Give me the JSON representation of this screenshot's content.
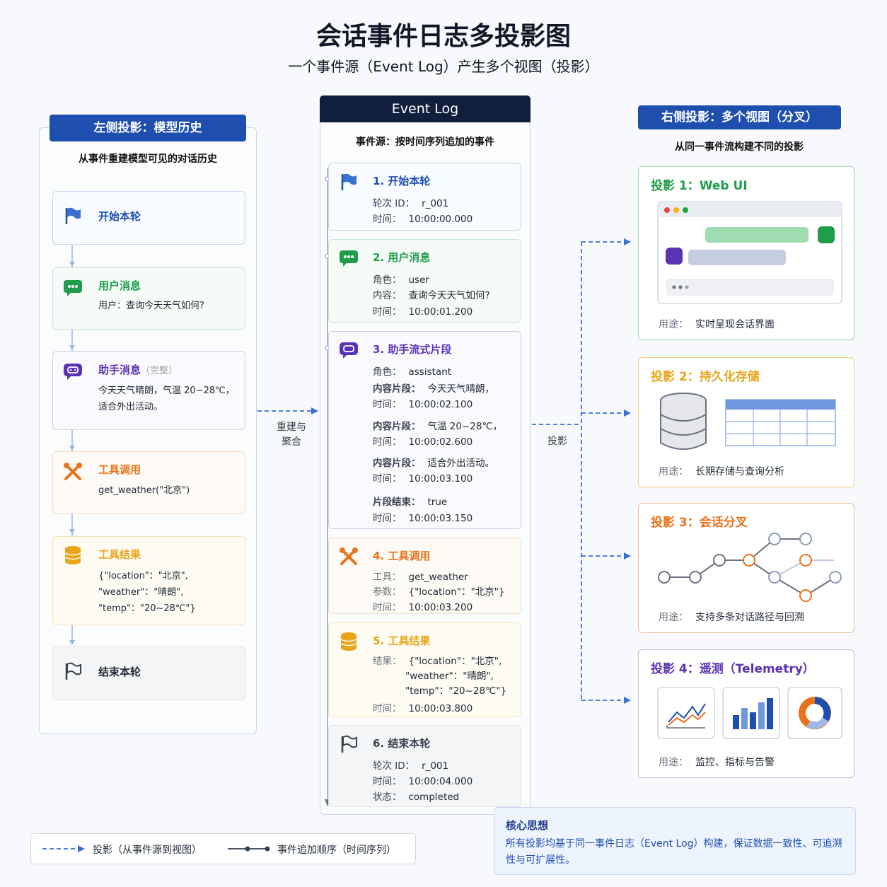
{
  "header": {
    "title": "会话事件日志多投影图",
    "subtitle": "一个事件源（Event Log）产生多个视图（投影）"
  },
  "left": {
    "head": "左侧投影：模型历史",
    "desc": "从事件重建模型可见的对话历史",
    "cards": [
      {
        "title": "开始本轮",
        "icon": "flag-icon",
        "color": "#1e4fae"
      },
      {
        "title": "用户消息",
        "body": [
          "用户：查询今天天气如何?"
        ],
        "icon": "chat-icon",
        "color": "#1f9d4a"
      },
      {
        "title": "助手消息",
        "tag": "（完整）",
        "body": [
          "今天天气晴朗，气温 20~28℃，",
          "适合外出活动。"
        ],
        "icon": "assistant-chat-icon",
        "color": "#5b32b5"
      },
      {
        "title": "工具调用",
        "body": [
          "get_weather(\"北京\")"
        ],
        "icon": "tools-icon",
        "color": "#e8731c"
      },
      {
        "title": "工具结果",
        "body": [
          "{\"location\"：\"北京\",",
          "\"weather\"：\"晴朗\",",
          "\"temp\"：\"20~28℃\"}"
        ],
        "icon": "database-icon",
        "color": "#e8a51c"
      },
      {
        "title": "结束本轮",
        "icon": "end-flag-icon",
        "color": "#374151"
      }
    ]
  },
  "mid_left_label": [
    "重建与",
    "聚合"
  ],
  "mid_right_label": "投影",
  "center": {
    "head": "Event Log",
    "desc": "事件源：按时间序列追加的事件",
    "cards": [
      {
        "title": "1. 开始本轮",
        "rows": [
          [
            "轮次 ID：",
            "r_001"
          ],
          [
            "时间：",
            "10:00:00.000"
          ]
        ]
      },
      {
        "title": "2. 用户消息",
        "rows": [
          [
            "角色：",
            "user"
          ],
          [
            "内容：",
            "查询今天天气如何?"
          ],
          [
            "时间：",
            "10:00:01.200"
          ]
        ]
      },
      {
        "title": "3. 助手流式片段",
        "rows": [
          [
            "角色：",
            "assistant"
          ],
          [
            "内容片段：",
            "今天天气晴朗，"
          ],
          [
            "时间：",
            "10:00:02.100"
          ],
          [
            "内容片段：",
            "气温 20~28℃，"
          ],
          [
            "时间：",
            "10:00:02.600"
          ],
          [
            "内容片段：",
            "适合外出活动。"
          ],
          [
            "时间：",
            "10:00:03.100"
          ],
          [
            "片段结束：",
            "true"
          ],
          [
            "时间：",
            "10:00:03.150"
          ]
        ]
      },
      {
        "title": "4. 工具调用",
        "rows": [
          [
            "工具：",
            "get_weather"
          ],
          [
            "参数：",
            "{\"location\"：\"北京\"}"
          ],
          [
            "时间：",
            "10:00:03.200"
          ]
        ]
      },
      {
        "title": "5. 工具结果",
        "rows": [
          [
            "结果：",
            "{\"location\"：\"北京\","
          ],
          [
            "",
            "\"weather\"：\"晴朗\","
          ],
          [
            "",
            "\"temp\"：\"20~28℃\"}"
          ],
          [
            "时间：",
            "10:00:03.800"
          ]
        ]
      },
      {
        "title": "6. 结束本轮",
        "rows": [
          [
            "轮次 ID：",
            "r_001"
          ],
          [
            "时间：",
            "10:00:04.000"
          ],
          [
            "状态：",
            "completed"
          ]
        ]
      }
    ]
  },
  "right": {
    "head": "右侧投影：多个视图（分叉）",
    "desc": "从同一事件流构建不同的投影",
    "use_label": "用途：",
    "cards": [
      {
        "title": "投影 1：Web UI",
        "use": "实时呈现会话界面",
        "color": "#1f9d4a"
      },
      {
        "title": "投影 2：持久化存储",
        "use": "长期存储与查询分析",
        "color": "#e8a51c"
      },
      {
        "title": "投影 3：会话分叉",
        "use": "支持多条对话路径与回溯",
        "color": "#e8731c"
      },
      {
        "title": "投影 4：遥测（Telemetry）",
        "use": "监控、指标与告警",
        "color": "#5b32b5"
      }
    ]
  },
  "legend": {
    "projection": "投影（从事件源到视图）",
    "append": "事件追加顺序（时间序列）"
  },
  "core": {
    "head": "核心思想",
    "body": "所有投影均基于同一事件日志（Event Log）构建，保证数据一致性、可追溯性与可扩展性。"
  }
}
